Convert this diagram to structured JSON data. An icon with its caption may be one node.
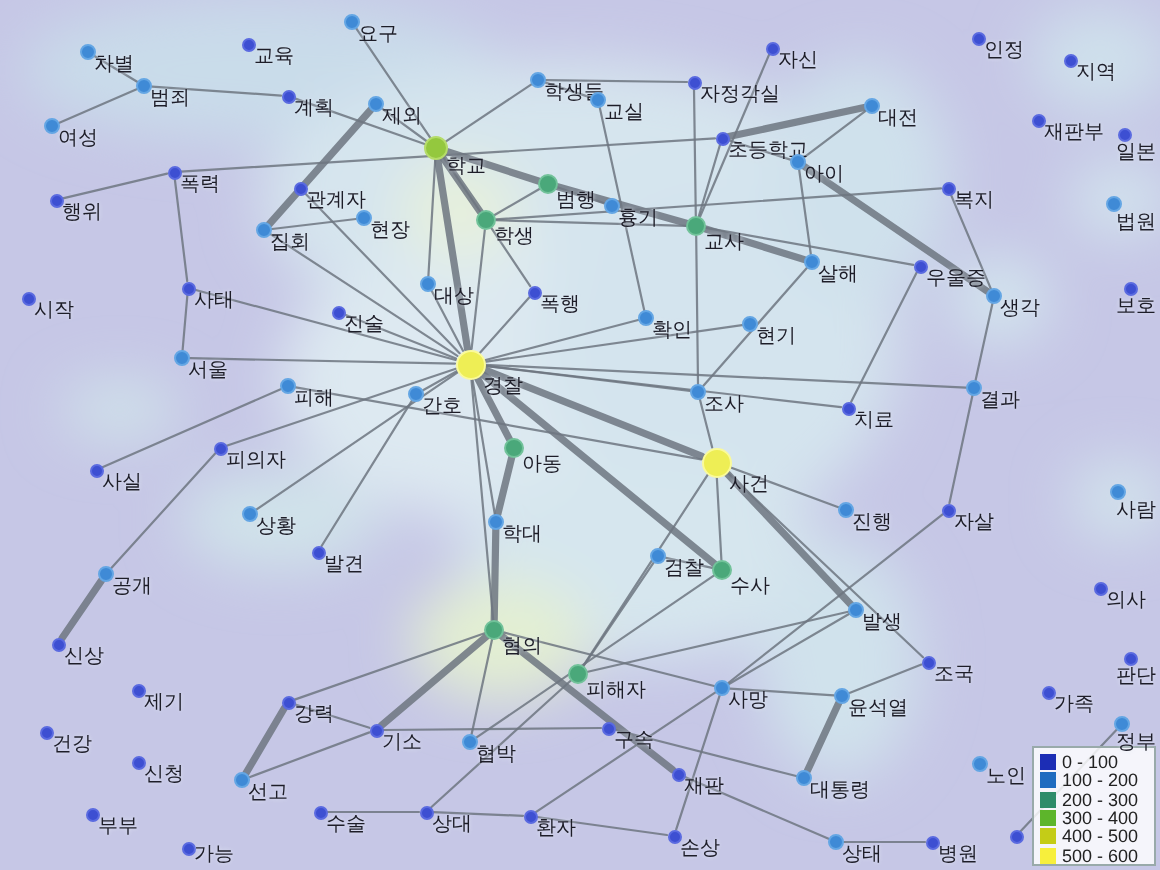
{
  "diagram": {
    "nodes": [
      {
        "text": [],
        "shape": "circle",
        "beside": [
          "요구"
        ]
      },
      {
        "text": [],
        "shape": "circle",
        "beside": [
          "인정"
        ]
      },
      {
        "text": [],
        "shape": "circle",
        "beside": [
          "교육"
        ]
      },
      {
        "text": [],
        "shape": "circle",
        "beside": [
          "자신"
        ]
      },
      {
        "text": [],
        "shape": "circle",
        "beside": [
          "차별"
        ]
      },
      {
        "text": [],
        "shape": "circle",
        "beside": [
          "지역"
        ]
      },
      {
        "text": [],
        "shape": "circle",
        "beside": [
          "학생들"
        ]
      },
      {
        "text": [],
        "shape": "circle",
        "beside": [
          "자정각실"
        ]
      },
      {
        "text": [],
        "shape": "circle",
        "beside": [
          "범죄"
        ]
      },
      {
        "text": [],
        "shape": "circle",
        "beside": [
          "계획"
        ]
      },
      {
        "text": [],
        "shape": "circle",
        "beside": [
          "교실"
        ]
      },
      {
        "text": [],
        "shape": "circle",
        "beside": [
          "제외"
        ]
      },
      {
        "text": [],
        "shape": "circle",
        "beside": [
          "대전"
        ]
      },
      {
        "text": [],
        "shape": "circle",
        "beside": [
          "재판부"
        ]
      },
      {
        "text": [],
        "shape": "circle",
        "beside": [
          "여성"
        ]
      },
      {
        "text": [],
        "shape": "circle",
        "beside": [
          "일본"
        ]
      },
      {
        "text": [],
        "shape": "circle",
        "beside": [
          "초등학교"
        ]
      },
      {
        "text": [],
        "shape": "circle",
        "beside": [
          "학교"
        ]
      },
      {
        "text": [],
        "shape": "circle",
        "beside": [
          "아이"
        ]
      },
      {
        "text": [],
        "shape": "circle",
        "beside": [
          "폭력"
        ]
      },
      {
        "text": [],
        "shape": "circle",
        "beside": [
          "범행"
        ]
      },
      {
        "text": [],
        "shape": "circle",
        "beside": [
          "관계자"
        ]
      },
      {
        "text": [],
        "shape": "circle",
        "beside": [
          "복지"
        ]
      },
      {
        "text": [],
        "shape": "circle",
        "beside": [
          "행위"
        ]
      },
      {
        "text": [],
        "shape": "circle",
        "beside": [
          "법원"
        ]
      },
      {
        "text": [],
        "shape": "circle",
        "beside": [
          "흉기"
        ]
      },
      {
        "text": [],
        "shape": "circle",
        "beside": [
          "현장"
        ]
      },
      {
        "text": [],
        "shape": "circle",
        "beside": [
          "학생"
        ]
      },
      {
        "text": [],
        "shape": "circle",
        "beside": [
          "교사"
        ]
      },
      {
        "text": [],
        "shape": "circle",
        "beside": [
          "집회"
        ]
      },
      {
        "text": [],
        "shape": "circle",
        "beside": [
          "살해"
        ]
      },
      {
        "text": [],
        "shape": "circle",
        "beside": [
          "우울증"
        ]
      },
      {
        "text": [],
        "shape": "circle",
        "beside": [
          "대상"
        ]
      },
      {
        "text": [],
        "shape": "circle",
        "beside": [
          "사태"
        ]
      },
      {
        "text": [],
        "shape": "circle",
        "beside": [
          "보호"
        ]
      },
      {
        "text": [],
        "shape": "circle",
        "beside": [
          "생각"
        ]
      },
      {
        "text": [],
        "shape": "circle",
        "beside": [
          "폭행"
        ]
      },
      {
        "text": [],
        "shape": "circle",
        "beside": [
          "시작"
        ]
      },
      {
        "text": [],
        "shape": "circle",
        "beside": [
          "진술"
        ]
      },
      {
        "text": [],
        "shape": "circle",
        "beside": [
          "확인"
        ]
      },
      {
        "text": [],
        "shape": "circle",
        "beside": [
          "현기"
        ]
      },
      {
        "text": [],
        "shape": "circle",
        "beside": [
          "서울"
        ]
      },
      {
        "text": [],
        "shape": "circle",
        "beside": [
          "경찰"
        ]
      },
      {
        "text": [],
        "shape": "circle",
        "beside": [
          "피해"
        ]
      },
      {
        "text": [],
        "shape": "circle",
        "beside": [
          "결과"
        ]
      },
      {
        "text": [],
        "shape": "circle",
        "beside": [
          "조사"
        ]
      },
      {
        "text": [],
        "shape": "circle",
        "beside": [
          "간호"
        ]
      },
      {
        "text": [],
        "shape": "circle",
        "beside": [
          "치료"
        ]
      },
      {
        "text": [],
        "shape": "circle",
        "beside": [
          "피의자"
        ]
      },
      {
        "text": [],
        "shape": "circle",
        "beside": [
          "아동"
        ]
      },
      {
        "text": [],
        "shape": "circle",
        "beside": [
          "사건"
        ]
      },
      {
        "text": [],
        "shape": "circle",
        "beside": [
          "사실"
        ]
      },
      {
        "text": [],
        "shape": "circle",
        "beside": [
          "사람"
        ]
      },
      {
        "text": [],
        "shape": "circle",
        "beside": [
          "진행"
        ]
      },
      {
        "text": [],
        "shape": "circle",
        "beside": [
          "자살"
        ]
      },
      {
        "text": [],
        "shape": "circle",
        "beside": [
          "상황"
        ]
      },
      {
        "text": [],
        "shape": "circle",
        "beside": [
          "학대"
        ]
      },
      {
        "text": [],
        "shape": "circle",
        "beside": [
          "발견"
        ]
      },
      {
        "text": [],
        "shape": "circle",
        "beside": [
          "검찰"
        ]
      },
      {
        "text": [],
        "shape": "circle",
        "beside": [
          "수사"
        ]
      },
      {
        "text": [],
        "shape": "circle",
        "beside": [
          "공개"
        ]
      },
      {
        "text": [],
        "shape": "circle",
        "beside": [
          "의사"
        ]
      },
      {
        "text": [],
        "shape": "circle",
        "beside": [
          "발생"
        ]
      },
      {
        "text": [],
        "shape": "circle",
        "beside": [
          "혐의"
        ]
      },
      {
        "text": [],
        "shape": "circle",
        "beside": [
          "신상"
        ]
      },
      {
        "text": [],
        "shape": "circle",
        "beside": [
          "판단"
        ]
      },
      {
        "text": [],
        "shape": "circle",
        "beside": [
          "조국"
        ]
      },
      {
        "text": [],
        "shape": "circle",
        "beside": [
          "피해자"
        ]
      },
      {
        "text": [],
        "shape": "circle",
        "beside": [
          "사망"
        ]
      },
      {
        "text": [],
        "shape": "circle",
        "beside": [
          "제기"
        ]
      },
      {
        "text": [],
        "shape": "circle",
        "beside": [
          "가족"
        ]
      },
      {
        "text": [],
        "shape": "circle",
        "beside": [
          "윤석열"
        ]
      },
      {
        "text": [],
        "shape": "circle",
        "beside": [
          "강력"
        ]
      },
      {
        "text": [],
        "shape": "circle",
        "beside": [
          "구속"
        ]
      },
      {
        "text": [],
        "shape": "circle",
        "beside": [
          "기소"
        ]
      },
      {
        "text": [],
        "shape": "circle",
        "beside": [
          "건강"
        ]
      },
      {
        "text": [],
        "shape": "circle",
        "beside": [
          "정부"
        ]
      },
      {
        "text": [],
        "shape": "circle",
        "beside": [
          "협박"
        ]
      },
      {
        "text": [],
        "shape": "circle",
        "beside": [
          "신청"
        ]
      },
      {
        "text": [],
        "shape": "circle",
        "beside": [
          "노인"
        ]
      },
      {
        "text": [],
        "shape": "circle",
        "beside": [
          "재판"
        ]
      },
      {
        "text": [],
        "shape": "circle",
        "beside": [
          "대통령"
        ]
      },
      {
        "text": [],
        "shape": "circle",
        "beside": [
          "선고"
        ]
      },
      {
        "text": [],
        "shape": "circle",
        "beside": [
          "상대"
        ]
      },
      {
        "text": [],
        "shape": "circle",
        "beside": [
          "수술"
        ]
      },
      {
        "text": [],
        "shape": "circle",
        "beside": [
          "부부"
        ]
      },
      {
        "text": [],
        "shape": "circle",
        "beside": [
          "환자"
        ]
      },
      {
        "text": [],
        "shape": "circle"
      },
      {
        "text": [],
        "shape": "circle",
        "beside": [
          "손상"
        ]
      },
      {
        "text": [],
        "shape": "circle",
        "beside": [
          "상태"
        ]
      },
      {
        "text": [],
        "shape": "circle",
        "beside": [
          "병원"
        ]
      },
      {
        "text": [],
        "shape": "circle",
        "beside": [
          "가능"
        ]
      }
    ],
    "edges": [
      {
        "from": 4,
        "to": 8,
        "arrow": "none"
      },
      {
        "from": 14,
        "to": 8,
        "arrow": "none"
      },
      {
        "from": 8,
        "to": 9,
        "arrow": "none"
      },
      {
        "from": 9,
        "to": 17,
        "arrow": "none"
      },
      {
        "from": 0,
        "to": 27,
        "arrow": "none"
      },
      {
        "from": 23,
        "to": 19,
        "arrow": "none"
      },
      {
        "from": 19,
        "to": 16,
        "arrow": "none"
      },
      {
        "from": 19,
        "to": 33,
        "arrow": "none"
      },
      {
        "from": 33,
        "to": 41,
        "arrow": "none"
      },
      {
        "from": 33,
        "to": 42,
        "arrow": "none"
      },
      {
        "from": 29,
        "to": 11,
        "arrow": "none",
        "style": "thick"
      },
      {
        "from": 11,
        "to": 17,
        "arrow": "none"
      },
      {
        "from": 21,
        "to": 42,
        "arrow": "none"
      },
      {
        "from": 29,
        "to": 26,
        "arrow": "none"
      },
      {
        "from": 29,
        "to": 42,
        "arrow": "none"
      },
      {
        "from": 38,
        "to": 42,
        "arrow": "none"
      },
      {
        "from": 41,
        "to": 42,
        "arrow": "none"
      },
      {
        "from": 43,
        "to": 50,
        "arrow": "none"
      },
      {
        "from": 48,
        "to": 42,
        "arrow": "none"
      },
      {
        "from": 51,
        "to": 43,
        "arrow": "none"
      },
      {
        "from": 60,
        "to": 48,
        "arrow": "none"
      },
      {
        "from": 64,
        "to": 60,
        "arrow": "none",
        "style": "thick"
      },
      {
        "from": 55,
        "to": 42,
        "arrow": "none"
      },
      {
        "from": 57,
        "to": 46,
        "arrow": "none"
      },
      {
        "from": 72,
        "to": 82,
        "arrow": "none",
        "style": "thick"
      },
      {
        "from": 72,
        "to": 74,
        "arrow": "none"
      },
      {
        "from": 82,
        "to": 74,
        "arrow": "none"
      },
      {
        "from": 72,
        "to": 63,
        "arrow": "none"
      },
      {
        "from": 74,
        "to": 63,
        "arrow": "none",
        "style": "thick"
      },
      {
        "from": 74,
        "to": 73,
        "arrow": "none"
      },
      {
        "from": 73,
        "to": 81,
        "arrow": "none"
      },
      {
        "from": 84,
        "to": 83,
        "arrow": "none"
      },
      {
        "from": 83,
        "to": 86,
        "arrow": "none"
      },
      {
        "from": 86,
        "to": 88,
        "arrow": "none"
      },
      {
        "from": 83,
        "to": 67,
        "arrow": "none"
      },
      {
        "from": 86,
        "to": 68,
        "arrow": "none"
      },
      {
        "from": 88,
        "to": 68,
        "arrow": "none"
      },
      {
        "from": 63,
        "to": 80,
        "arrow": "none",
        "style": "thick"
      },
      {
        "from": 63,
        "to": 68,
        "arrow": "none"
      },
      {
        "from": 63,
        "to": 77,
        "arrow": "none"
      },
      {
        "from": 63,
        "to": 56,
        "arrow": "none",
        "style": "thick"
      },
      {
        "from": 49,
        "to": 56,
        "arrow": "none",
        "style": "thick"
      },
      {
        "from": 63,
        "to": 42,
        "arrow": "none"
      },
      {
        "from": 67,
        "to": 50,
        "arrow": "none"
      },
      {
        "from": 77,
        "to": 59,
        "arrow": "none"
      },
      {
        "from": 80,
        "to": 89,
        "arrow": "none"
      },
      {
        "from": 68,
        "to": 62,
        "arrow": "none"
      },
      {
        "from": 50,
        "to": 62,
        "arrow": "none",
        "style": "thick"
      },
      {
        "from": 42,
        "to": 59,
        "arrow": "none",
        "style": "thick"
      },
      {
        "from": 42,
        "to": 50,
        "arrow": "none",
        "style": "thick"
      },
      {
        "from": 58,
        "to": 59,
        "arrow": "none"
      },
      {
        "from": 58,
        "to": 67,
        "arrow": "none"
      },
      {
        "from": 50,
        "to": 59,
        "arrow": "none"
      },
      {
        "from": 54,
        "to": 68,
        "arrow": "none"
      },
      {
        "from": 54,
        "to": 44,
        "arrow": "none"
      },
      {
        "from": 53,
        "to": 50,
        "arrow": "none"
      },
      {
        "from": 66,
        "to": 71,
        "arrow": "none"
      },
      {
        "from": 71,
        "to": 81,
        "arrow": "none",
        "style": "thick"
      },
      {
        "from": 66,
        "to": 50,
        "arrow": "none"
      },
      {
        "from": 89,
        "to": 90,
        "arrow": "none"
      },
      {
        "from": 76,
        "to": 87,
        "arrow": "none"
      },
      {
        "from": 28,
        "to": 27,
        "arrow": "none"
      },
      {
        "from": 17,
        "to": 20,
        "arrow": "none",
        "style": "thick"
      },
      {
        "from": 20,
        "to": 28,
        "arrow": "none",
        "style": "thick"
      },
      {
        "from": 28,
        "to": 16,
        "arrow": "none"
      },
      {
        "from": 28,
        "to": 45,
        "arrow": "none"
      },
      {
        "from": 28,
        "to": 31,
        "arrow": "none"
      },
      {
        "from": 28,
        "to": 3,
        "arrow": "none"
      },
      {
        "from": 28,
        "to": 30,
        "arrow": "none",
        "style": "thick"
      },
      {
        "from": 17,
        "to": 27,
        "arrow": "none",
        "style": "thick"
      },
      {
        "from": 17,
        "to": 6,
        "arrow": "none"
      },
      {
        "from": 17,
        "to": 42,
        "arrow": "none",
        "style": "thick"
      },
      {
        "from": 27,
        "to": 42,
        "arrow": "none"
      },
      {
        "from": 27,
        "to": 36,
        "arrow": "none"
      },
      {
        "from": 27,
        "to": 20,
        "arrow": "none"
      },
      {
        "from": 20,
        "to": 25,
        "arrow": "none"
      },
      {
        "from": 10,
        "to": 39,
        "arrow": "none"
      },
      {
        "from": 6,
        "to": 7,
        "arrow": "none"
      },
      {
        "from": 6,
        "to": 10,
        "arrow": "none"
      },
      {
        "from": 7,
        "to": 28,
        "arrow": "none"
      },
      {
        "from": 16,
        "to": 12,
        "arrow": "none",
        "style": "thick"
      },
      {
        "from": 16,
        "to": 18,
        "arrow": "none"
      },
      {
        "from": 18,
        "to": 12,
        "arrow": "none"
      },
      {
        "from": 18,
        "to": 30,
        "arrow": "none"
      },
      {
        "from": 18,
        "to": 35,
        "arrow": "none",
        "style": "thick"
      },
      {
        "from": 30,
        "to": 45,
        "arrow": "none"
      },
      {
        "from": 31,
        "to": 47,
        "arrow": "none"
      },
      {
        "from": 22,
        "to": 35,
        "arrow": "none"
      },
      {
        "from": 22,
        "to": 27,
        "arrow": "none"
      },
      {
        "from": 35,
        "to": 44,
        "arrow": "none"
      },
      {
        "from": 44,
        "to": 42,
        "arrow": "none"
      },
      {
        "from": 47,
        "to": 42,
        "arrow": "none"
      },
      {
        "from": 42,
        "to": 45,
        "arrow": "none"
      },
      {
        "from": 45,
        "to": 50,
        "arrow": "none"
      },
      {
        "from": 42,
        "to": 46,
        "arrow": "none"
      },
      {
        "from": 42,
        "to": 32,
        "arrow": "none"
      },
      {
        "from": 39,
        "to": 42,
        "arrow": "none"
      },
      {
        "from": 40,
        "to": 42,
        "arrow": "none"
      },
      {
        "from": 36,
        "to": 42,
        "arrow": "none"
      },
      {
        "from": 42,
        "to": 49,
        "arrow": "none",
        "style": "thick"
      },
      {
        "from": 42,
        "to": 56,
        "arrow": "none"
      },
      {
        "from": 17,
        "to": 32,
        "arrow": "none"
      },
      {
        "from": 71,
        "to": 68,
        "arrow": "none"
      },
      {
        "from": 62,
        "to": 67,
        "arrow": "none"
      }
    ],
    "legend": [
      {
        "text": "0 - 100",
        "color": "#1c2db5"
      },
      {
        "text": "100 - 200",
        "color": "#1f6cc0"
      },
      {
        "text": "200 - 300",
        "color": "#2e8c6a"
      },
      {
        "text": "300 - 400",
        "color": "#5db52b"
      },
      {
        "text": "400 - 500",
        "color": "#c4cc17"
      },
      {
        "text": "500 - 600",
        "color": "#f7ef3c"
      }
    ]
  }
}
